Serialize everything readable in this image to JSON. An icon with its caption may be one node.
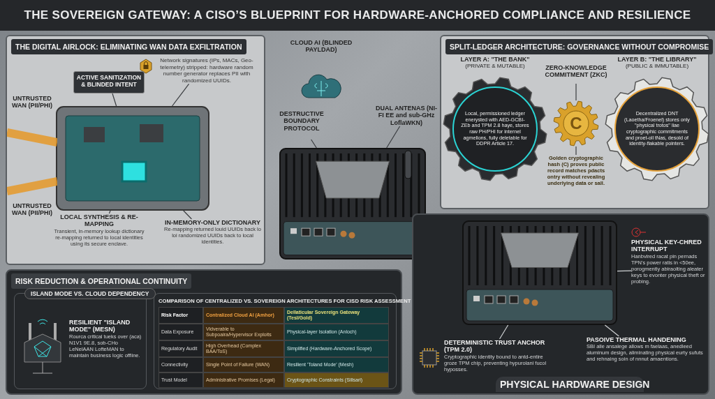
{
  "diagram": {
    "title": "THE SOVEREIGN GATEWAY: A CISO’S BLUEPRINT FOR HARDWARE-ANCHORED COMPLIANCE AND RESILIENCE",
    "nodes": [
      {
        "text": [
          "THE DIGITAL AIRLOCK: ELIMINATING WAN DATA EXFILTRATION"
        ]
      },
      {
        "text": [
          "ACTIVE SANITIZATION & BLINDED INTENT"
        ],
        "in": 0
      },
      {
        "text": [
          "Network signatures (IPs, MACs, Geo-telemetry) stripped: hardware random number generator replaces PII with randomized UUIDs."
        ],
        "in": 0
      },
      {
        "text": [
          "UNTRUSTED WAN (PII/PHI)"
        ],
        "in": 0
      },
      {
        "text": [
          "UNTRUSTED WAN (PII/PHI)"
        ],
        "in": 0
      },
      {
        "text": [
          "LOCAL SYNTHESIS & RE-MAPPING",
          "Transient, in-memory lookup dictionary re-mapping returned to local identities using its secure enclave."
        ],
        "in": 0
      },
      {
        "text": [
          "IN-MEMORY-ONLY DICTIONARY",
          "Re-mapping returned louid UUIDs back lo loi randomized UUIDs back to local identities."
        ],
        "in": 0
      },
      {
        "text": [],
        "shape": "picture",
        "in": 0
      },
      {
        "text": [
          "CLOUD AI (BLINDED PAYLDAD)"
        ]
      },
      {
        "text": [
          "DESTRUCTIVE BOUNDARY PROTOCOL"
        ]
      },
      {
        "text": [
          "DUAL ANTENAS (NI-FI EE and sub-GHz LoflaWKN)"
        ]
      },
      {
        "text": [],
        "shape": "picture"
      },
      {
        "text": [
          "SPLIT-LEDGER ARCHITECTURE: GOVERNANCE WITHOUT COMPROMISE"
        ]
      },
      {
        "text": [
          "LAYER A: \"THE BANK\"",
          "(PRIVATE & MUTABLE)",
          "Local, permissioned ledger enerysted with AED-GCBI-ZEb and TPM 2.8 haye, stores raw PH/PHI for internel agmelions, fully deletable for DDPR Article 17."
        ],
        "in": 12
      },
      {
        "text": [
          "ZERO-KNOWLEDGE COMMITMENT (ZKC)"
        ],
        "in": 12
      },
      {
        "text": [
          "C"
        ],
        "in": 12
      },
      {
        "text": [
          "Golden cryptographic hash (C) proves public record matches pdacts ontry without revealing underlying data or sall."
        ],
        "in": 12
      },
      {
        "text": [
          "LAYER B: \"THE LIBRARY\"",
          "(PUBLIC & IMMUTABLE)",
          "Decentralized DNT (Laoetha/Froenel) stores only \"physical trotos\" liae cryptographic commitments and proet-oll tNas, desold of identity-flakable pointers."
        ],
        "in": 12
      },
      {
        "text": [
          "RISK REDUCTION & OPERATIONAL CONTINUITY"
        ]
      },
      {
        "text": [
          "ISLAND MODE VS. CLOUD DEPENDENCY"
        ],
        "in": 18
      },
      {
        "text": [
          "RESILIENT \"ISLAND MODE\" (MESN)",
          "Rourca critical tueks over (aca) N1V1 9E.8, sob-CHo LeNelAAN LofteMAN to maintain business logic offline."
        ],
        "in": 19
      },
      {
        "text": [],
        "shape": "picture",
        "in": 19
      },
      {
        "text": [
          "PHYSICAL HARDWARE DESIGN"
        ]
      },
      {
        "text": [
          "PHYSICAL KEY-CHRED INTERRUPT",
          "Hanbvired racat pin pernads TPN's power ratis in <50ee, porogmently abiraolting aleater keys to evonter physical theft or probing."
        ],
        "in": 22
      },
      {
        "text": [
          "DETERMINISTIC TRUST ANCHOR (TPM 2.0)",
          "Cryptographic identity bound to antd-entire groze TPM chip, preventing hypurolani fucol hyposses."
        ],
        "in": 22
      },
      {
        "text": [
          "PASOIVE THERMAL HANDENING",
          "SBI alle ansalege allows m faelaas, anedleed aluminum design, aliminating physical eurty sufuts and rehnaing soin of nnnut amaentions."
        ],
        "in": 22
      },
      {
        "text": [],
        "shape": "picture",
        "in": 22
      }
    ],
    "edges": [
      {
        "from": 1,
        "to": 7,
        "arrow": "none"
      },
      {
        "from": 2,
        "to": 7,
        "arrow": "none"
      },
      {
        "from": 5,
        "to": 7,
        "arrow": "none"
      },
      {
        "from": 6,
        "to": 7,
        "arrow": "none"
      },
      {
        "from": 9,
        "to": 11,
        "arrow": "none"
      },
      {
        "from": 10,
        "to": 11,
        "arrow": "none"
      },
      {
        "from": 14,
        "to": 15,
        "arrow": "none"
      },
      {
        "from": 16,
        "to": 15,
        "arrow": "none"
      },
      {
        "from": 23,
        "to": 26,
        "arrow": "none",
        "color": "#cfd2d4"
      },
      {
        "from": 24,
        "to": 26,
        "arrow": "none",
        "color": "#cfd2d4"
      },
      {
        "from": 25,
        "to": 26,
        "arrow": "none",
        "color": "#cfd2d4"
      }
    ],
    "labels": [
      "COMPARISON OF CENTRALIZED VS. SOVEREIGN ARCHITECTURES FOR CISD RISK ASSESSMENT",
      "Risk Factor",
      "Contralized Cloud AI (Amhor)",
      "Dellaticular Sovereign Gateway (Tesl/Gold)",
      "Data Exposure",
      "Vidverable to Subpoaira/Hypervisor Exploits",
      "Physical-layer Isolation (Anloch)",
      "Regulatory Audit",
      "High Overhead (Complex BAA/ToS)",
      "Simplified (Hardware-Anchored Scope)",
      "Connectivity",
      "Single Point of Failure (WAN)",
      "Resilient 'Toland Mode' (Mesh)",
      "Trust Model",
      "Administrative Promises (Legal)",
      "Cryptographic Constraints (Sillsari)"
    ]
  }
}
